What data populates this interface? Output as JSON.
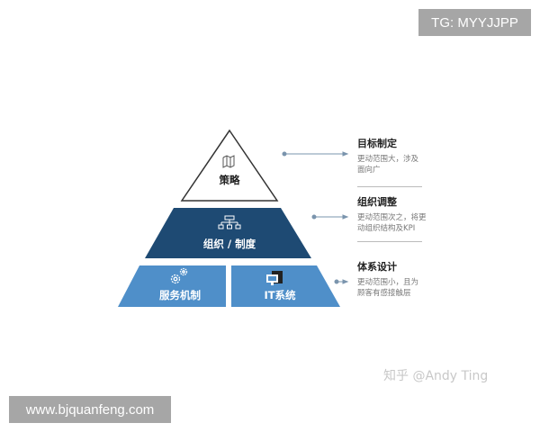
{
  "pyramid": {
    "top": {
      "label": "策略"
    },
    "middle": {
      "label": "组织 / 制度"
    },
    "bottom_left": {
      "label": "服务机制"
    },
    "bottom_right": {
      "label": "IT系统"
    }
  },
  "levels": [
    {
      "title": "目标制定",
      "desc": "更动范围大，涉及面向广"
    },
    {
      "title": "组织调整",
      "desc": "更动范围次之，将更动组织结构及KPI"
    },
    {
      "title": "体系设计",
      "desc": "更动范围小，且为顾客有感接触层"
    }
  ],
  "colors": {
    "dark": "#1e4a73",
    "light": "#4f8fc9"
  },
  "watermarks": {
    "top_right": "TG: MYYJJPP",
    "bottom_left": "www.bjquanfeng.com",
    "zhihu": "知乎 @Andy Ting"
  }
}
